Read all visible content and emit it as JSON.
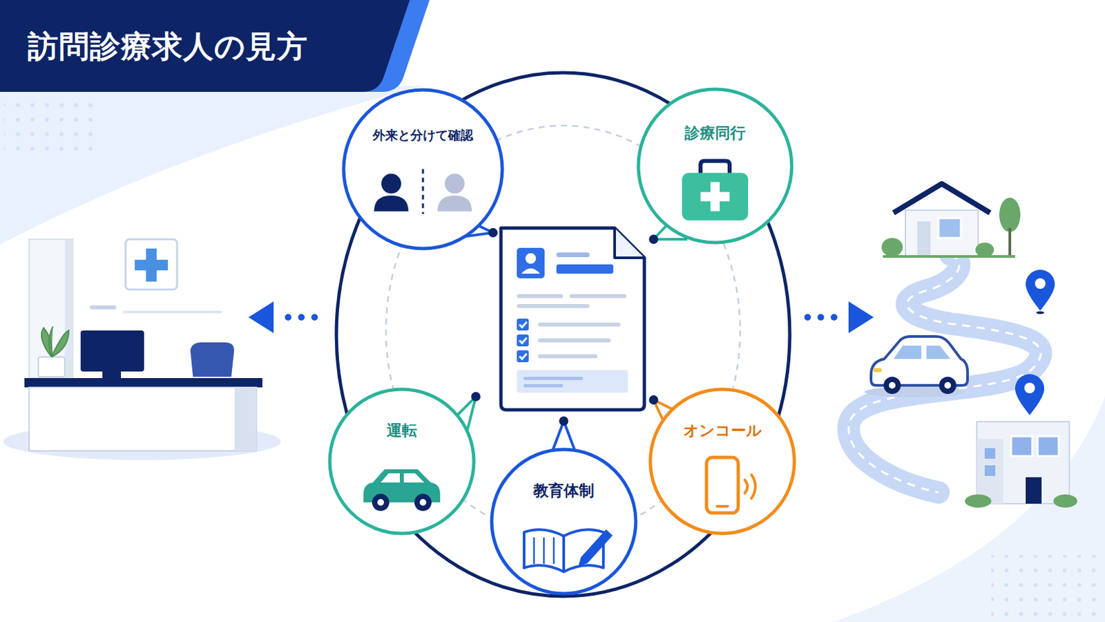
{
  "diagram": {
    "title": "訪問診療求人の見方",
    "nodes": [
      {
        "text": [
          "外来と分けて確認"
        ]
      },
      {
        "text": [
          "診療同行"
        ]
      },
      {
        "text": [
          "運転"
        ]
      },
      {
        "text": [
          "教育体制"
        ]
      },
      {
        "text": [
          "オンコール"
        ]
      }
    ]
  }
}
